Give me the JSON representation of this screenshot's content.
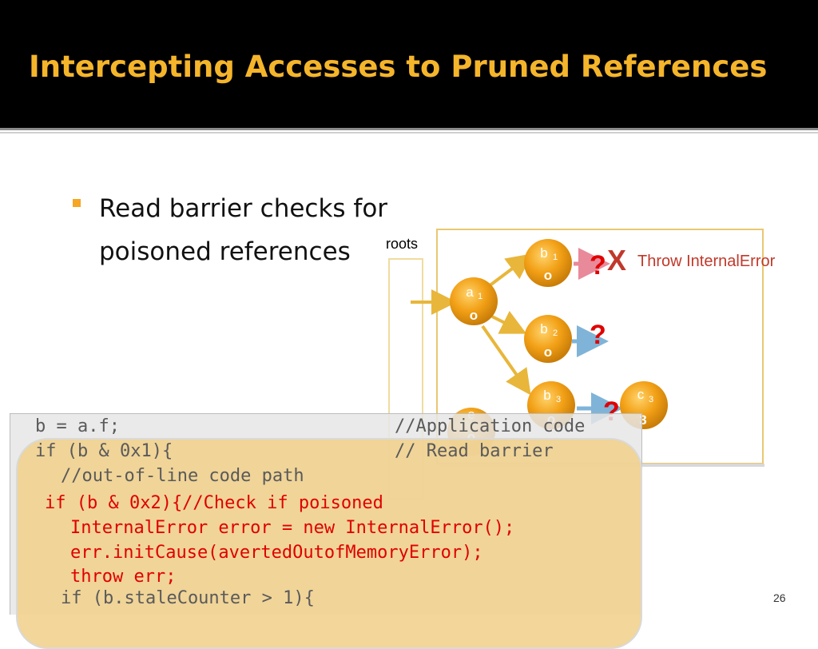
{
  "slide": {
    "title": "Intercepting Accesses to Pruned References",
    "bullet": "Read barrier checks for poisoned references",
    "slide_number": "26"
  },
  "diagram": {
    "roots_label": "roots",
    "throw_label": "Throw InternalError",
    "question_mark": "?",
    "x_mark": "X",
    "nodes": [
      {
        "id": "a1",
        "letter": "a",
        "sub": "1",
        "value": "o"
      },
      {
        "id": "b1",
        "letter": "b",
        "sub": "1",
        "value": "o"
      },
      {
        "id": "b2",
        "letter": "b",
        "sub": "2",
        "value": "o"
      },
      {
        "id": "b3",
        "letter": "b",
        "sub": "3",
        "value": "o"
      },
      {
        "id": "c3",
        "letter": "c",
        "sub": "3",
        "value": "3"
      },
      {
        "id": "e",
        "letter": "e",
        "sub": "",
        "value": "o"
      }
    ]
  },
  "code": {
    "line1": "b = a.f;",
    "comment1": "//Application code",
    "line2": "if (b & 0x1){",
    "comment2": "// Read barrier",
    "line3": "//out-of-line code path",
    "red1": "if (b & 0x2){//Check if poisoned",
    "red2": "InternalError error = new InternalError();",
    "red3": "err.initCause(avertedOutofMemoryError);",
    "red4": "throw err;",
    "line4": "if (b.staleCounter > 1){"
  },
  "colors": {
    "title": "#f5b52b",
    "node": "#f2a016",
    "arrow": "#e8b63a",
    "question": "#e00000",
    "throw_text": "#c0392b",
    "code_red": "#e00000"
  }
}
